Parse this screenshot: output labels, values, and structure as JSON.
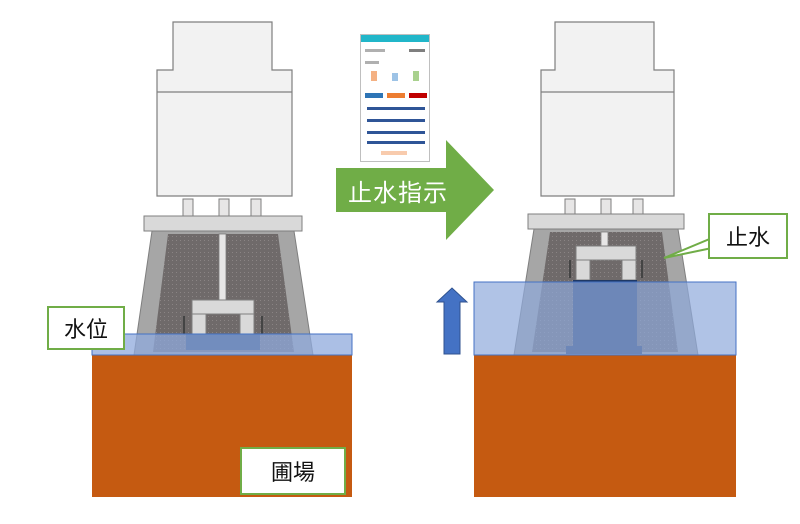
{
  "labels": {
    "water_level": "水位",
    "field": "圃場",
    "stop_water": "止水",
    "instruction": "止水指示"
  },
  "colors": {
    "soil": "#c55a11",
    "water": "#8faadc",
    "callout_border": "#70ad47",
    "arrow": "#70ad47",
    "up_arrow": "#4472c4",
    "frame": "#a6a6a6",
    "gate": "#1f3864",
    "phone_header": "#21b6c9"
  },
  "icons": {
    "instruction_arrow": "arrow-right-icon",
    "rise_arrow": "arrow-up-icon",
    "phone": "smartphone-icon"
  }
}
